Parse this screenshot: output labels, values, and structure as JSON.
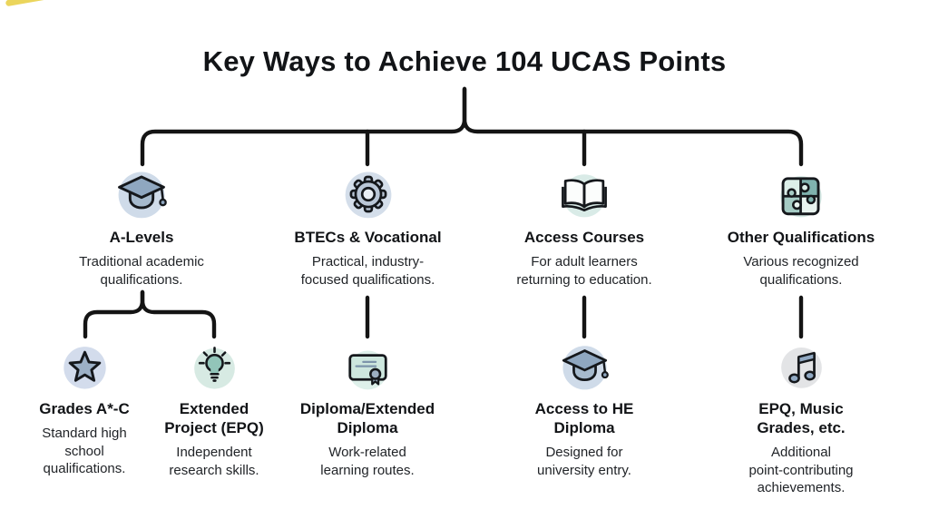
{
  "title": "Key Ways to Achieve 104 UCAS Points",
  "colors": {
    "background": "#ffffff",
    "line": "#141414",
    "text": "#16181b",
    "blue_circle": "#cfdbe9",
    "teal_circle": "#d7eae3",
    "gray_circle": "#e3e4e6",
    "blue_fill": "#9cb0c6",
    "teal_fill": "#8fc4ba",
    "corner_mark": "#e9d04a"
  },
  "branches": [
    {
      "icon": "graduation-cap",
      "label": "A-Levels",
      "description": "Traditional academic\nqualifications.",
      "children": [
        {
          "icon": "star",
          "label": "Grades A*-C",
          "description": "Standard high\nschool\nqualifications."
        },
        {
          "icon": "lightbulb",
          "label": "Extended\nProject (EPQ)",
          "description": "Independent\nresearch skills."
        }
      ]
    },
    {
      "icon": "gear",
      "label": "BTECs & Vocational",
      "description": "Practical, industry-\nfocused qualifications.",
      "children": [
        {
          "icon": "certificate",
          "label": "Diploma/Extended\nDiploma",
          "description": "Work-related\nlearning routes."
        }
      ]
    },
    {
      "icon": "open-book",
      "label": "Access Courses",
      "description": "For adult learners\nreturning to education.",
      "children": [
        {
          "icon": "graduation-cap",
          "label": "Access to HE\nDiploma",
          "description": "Designed for\nuniversity entry."
        }
      ]
    },
    {
      "icon": "puzzle",
      "label": "Other Qualifications",
      "description": "Various recognized\nqualifications.",
      "children": [
        {
          "icon": "music-notes",
          "label": "EPQ, Music\nGrades, etc.",
          "description": "Additional\npoint-contributing\nachievements."
        }
      ]
    }
  ]
}
